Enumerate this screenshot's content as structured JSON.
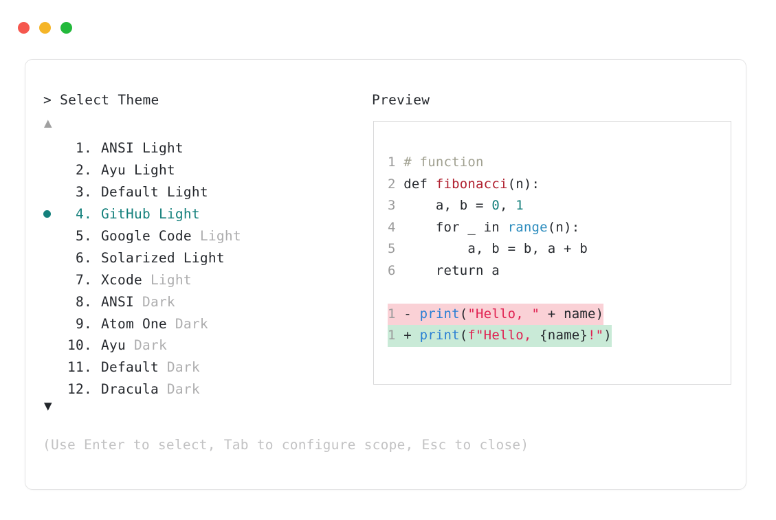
{
  "window": {
    "dots": [
      {
        "name": "close",
        "color": "#f5574e"
      },
      {
        "name": "minimize",
        "color": "#f5b528"
      },
      {
        "name": "maximize",
        "color": "#23b93b"
      }
    ]
  },
  "prompt": {
    "marker": ">",
    "title": "Select Theme",
    "scroll_up": "▲",
    "scroll_down": "▼"
  },
  "preview": {
    "header": "Preview"
  },
  "themes": [
    {
      "index": "1",
      "dot": ".",
      "name": "ANSI",
      "variant": "Light",
      "variant_dim": false,
      "selected": false
    },
    {
      "index": "2",
      "dot": ".",
      "name": "Ayu",
      "variant": "Light",
      "variant_dim": false,
      "selected": false
    },
    {
      "index": "3",
      "dot": ".",
      "name": "Default",
      "variant": "Light",
      "variant_dim": false,
      "selected": false
    },
    {
      "index": "4",
      "dot": ".",
      "name": "GitHub",
      "variant": "Light",
      "variant_dim": false,
      "selected": true
    },
    {
      "index": "5",
      "dot": ".",
      "name": "Google Code",
      "variant": "Light",
      "variant_dim": true,
      "selected": false
    },
    {
      "index": "6",
      "dot": ".",
      "name": "Solarized",
      "variant": "Light",
      "variant_dim": false,
      "selected": false
    },
    {
      "index": "7",
      "dot": ".",
      "name": "Xcode",
      "variant": "Light",
      "variant_dim": true,
      "selected": false
    },
    {
      "index": "8",
      "dot": ".",
      "name": "ANSI",
      "variant": "Dark",
      "variant_dim": true,
      "selected": false
    },
    {
      "index": "9",
      "dot": ".",
      "name": "Atom One",
      "variant": "Dark",
      "variant_dim": true,
      "selected": false
    },
    {
      "index": "10",
      "dot": ".",
      "name": "Ayu",
      "variant": "Dark",
      "variant_dim": true,
      "selected": false
    },
    {
      "index": "11",
      "dot": ".",
      "name": "Default",
      "variant": "Dark",
      "variant_dim": true,
      "selected": false
    },
    {
      "index": "12",
      "dot": ".",
      "name": "Dracula",
      "variant": "Dark",
      "variant_dim": true,
      "selected": false
    }
  ],
  "code": {
    "lines": [
      {
        "n": "1",
        "tokens": [
          {
            "t": "# function",
            "c": "tok-comment"
          }
        ]
      },
      {
        "n": "2",
        "tokens": [
          {
            "t": "def ",
            "c": "tok-kw"
          },
          {
            "t": "fibonacci",
            "c": "tok-fn"
          },
          {
            "t": "(n):",
            "c": "tok-plain"
          }
        ]
      },
      {
        "n": "3",
        "tokens": [
          {
            "t": "    a, b = ",
            "c": "tok-plain"
          },
          {
            "t": "0",
            "c": "tok-num"
          },
          {
            "t": ", ",
            "c": "tok-plain"
          },
          {
            "t": "1",
            "c": "tok-num"
          }
        ]
      },
      {
        "n": "4",
        "tokens": [
          {
            "t": "    for _ in ",
            "c": "tok-plain"
          },
          {
            "t": "range",
            "c": "tok-builtin"
          },
          {
            "t": "(n):",
            "c": "tok-plain"
          }
        ]
      },
      {
        "n": "5",
        "tokens": [
          {
            "t": "        a, b = b, a + b",
            "c": "tok-plain"
          }
        ]
      },
      {
        "n": "6",
        "tokens": [
          {
            "t": "    return a",
            "c": "tok-plain"
          }
        ]
      }
    ],
    "diff": [
      {
        "n": "1",
        "mark": "-",
        "kind": "diff-del",
        "tokens": [
          {
            "t": "print",
            "c": "tok-call"
          },
          {
            "t": "(",
            "c": "tok-plain"
          },
          {
            "t": "\"Hello, \"",
            "c": "tok-str"
          },
          {
            "t": " + name)",
            "c": "tok-plain"
          }
        ]
      },
      {
        "n": "1",
        "mark": "+",
        "kind": "diff-add",
        "tokens": [
          {
            "t": "print",
            "c": "tok-call"
          },
          {
            "t": "(",
            "c": "tok-plain"
          },
          {
            "t": "f\"Hello, ",
            "c": "tok-str"
          },
          {
            "t": "{name}",
            "c": "tok-plain"
          },
          {
            "t": "!\"",
            "c": "tok-str"
          },
          {
            "t": ")",
            "c": "tok-plain"
          }
        ]
      }
    ]
  },
  "hint": "(Use Enter to select, Tab to configure scope, Esc to close)"
}
